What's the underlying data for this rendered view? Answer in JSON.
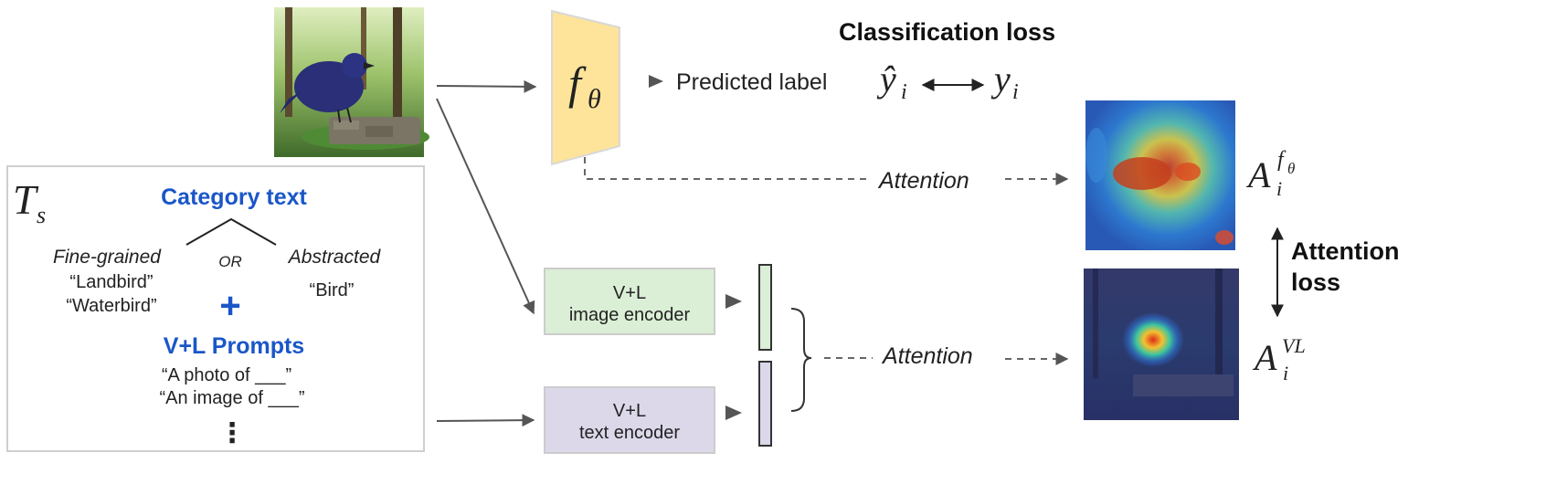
{
  "header": {
    "classification_loss": "Classification loss"
  },
  "model": {
    "f_symbol": "f",
    "f_subscript": "θ"
  },
  "prediction": {
    "predicted_label": "Predicted label",
    "yhat": "ŷ",
    "yhat_sub": "i",
    "y": "y",
    "y_sub": "i"
  },
  "attention": {
    "top_label": "Attention",
    "bottom_label": "Attention"
  },
  "maps": {
    "top_symbol": "A",
    "top_sup": "f",
    "top_sup_sub": "θ",
    "top_sub": "i",
    "bottom_symbol": "A",
    "bottom_sup": "VL",
    "bottom_sub": "i"
  },
  "attention_loss": {
    "line1": "Attention",
    "line2": "loss"
  },
  "text_set": {
    "symbol": "T",
    "symbol_sub": "s",
    "category_title": "Category text",
    "fine_grained": "Fine-grained",
    "or": "OR",
    "abstracted": "Abstracted",
    "fine_examples": [
      "“Landbird”",
      "“Waterbird”"
    ],
    "abstract_example": "“Bird”",
    "plus": "+",
    "prompts_title": "V+L Prompts",
    "prompts": [
      "“A photo of  ___”",
      "“An image of ___”"
    ],
    "ellipsis": "⋮"
  },
  "encoders": {
    "image": {
      "line1": "V+L",
      "line2": "image encoder"
    },
    "text": {
      "line1": "V+L",
      "line2": "text encoder"
    }
  },
  "colors": {
    "accent_blue": "#1a56c8",
    "model_fill": "#fde49a",
    "image_encoder_fill": "#dbeed6",
    "text_encoder_fill": "#dcd8ea",
    "arrow": "#555555"
  }
}
